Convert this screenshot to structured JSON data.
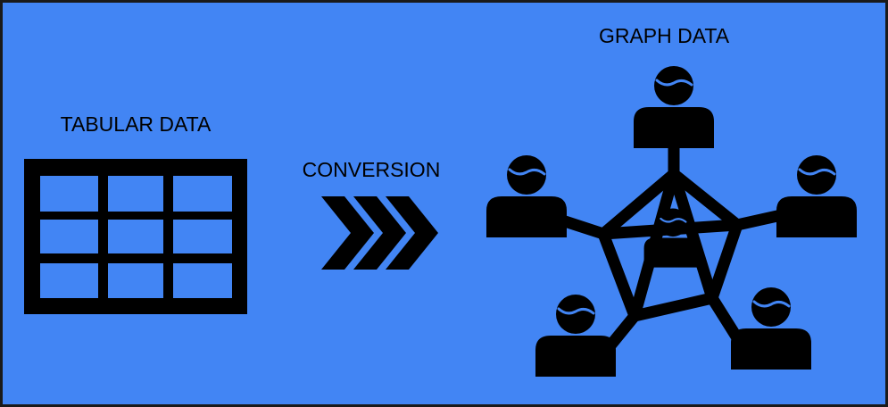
{
  "diagram": {
    "background_color": "#4285f4",
    "border_color": "#1a1a1a",
    "ink_color": "#000000",
    "stroke_accent_color": "#4285f4",
    "labels": {
      "tabular": "TABULAR DATA",
      "conversion": "CONVERSION",
      "graph": "GRAPH DATA"
    },
    "table": {
      "rows": 3,
      "columns": 3
    },
    "arrow": {
      "chevrons": 3,
      "icon": "triple-chevron-right-icon"
    },
    "graph": {
      "node_icon": "person-icon",
      "outer_nodes": 5,
      "center_nodes": 1
    }
  }
}
